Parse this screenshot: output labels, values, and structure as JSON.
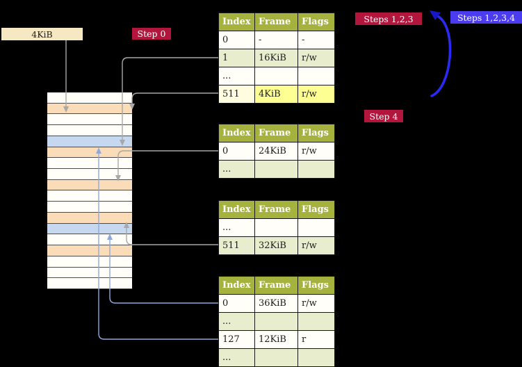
{
  "labels": {
    "cr3_frame": "4KiB",
    "step0": "Step 0",
    "steps123": "Steps 1,2,3",
    "steps1234": "Steps 1,2,3,4",
    "step4": "Step 4"
  },
  "colors": {
    "badge_red": "#b2163c",
    "badge_blue": "#4c3cf0",
    "table_header_green": "#a5b23d",
    "table_row_green": "#e8edce",
    "table_row_white": "#fffef8",
    "highlight_yellow": "#fdff92",
    "memory_page_table_row": "#fadcb8",
    "memory_mapped_frame_row": "#c5d8f0",
    "arrow_gray": "#a8a8a8",
    "arrow_light_blue": "#8fa8dc",
    "loop_arrow_blue": "#2a2af2"
  },
  "memory": {
    "rows": [
      "white",
      "peach",
      "white",
      "white",
      "blue",
      "peach",
      "white",
      "white",
      "peach",
      "white",
      "white",
      "peach",
      "blue",
      "white",
      "peach",
      "white",
      "white",
      "white"
    ]
  },
  "tables": [
    {
      "headers": [
        "Index",
        "Frame",
        "Flags"
      ],
      "rows": [
        {
          "variant": "white",
          "cells": [
            "0",
            "-",
            "-"
          ]
        },
        {
          "variant": "green",
          "cells": [
            "1",
            "16KiB",
            "r/w"
          ]
        },
        {
          "variant": "white",
          "cells": [
            "...",
            "",
            ""
          ]
        },
        {
          "variant": "highlight",
          "cells": [
            "511",
            "4KiB",
            "r/w"
          ]
        }
      ]
    },
    {
      "headers": [
        "Index",
        "Frame",
        "Flags"
      ],
      "rows": [
        {
          "variant": "white",
          "cells": [
            "0",
            "24KiB",
            "r/w"
          ]
        },
        {
          "variant": "green",
          "cells": [
            "...",
            "",
            ""
          ]
        }
      ]
    },
    {
      "headers": [
        "Index",
        "Frame",
        "Flags"
      ],
      "rows": [
        {
          "variant": "white",
          "cells": [
            "...",
            "",
            ""
          ]
        },
        {
          "variant": "green",
          "cells": [
            "511",
            "32KiB",
            "r/w"
          ]
        }
      ]
    },
    {
      "headers": [
        "Index",
        "Frame",
        "Flags"
      ],
      "rows": [
        {
          "variant": "white",
          "cells": [
            "0",
            "36KiB",
            "r/w"
          ]
        },
        {
          "variant": "green",
          "cells": [
            "...",
            "",
            ""
          ]
        },
        {
          "variant": "white",
          "cells": [
            "127",
            "12KiB",
            "r"
          ]
        },
        {
          "variant": "green",
          "cells": [
            "...",
            "",
            ""
          ]
        }
      ]
    }
  ],
  "arrows": [
    {
      "from": "cr3-frame-box",
      "to": "memory-row-4KiB"
    },
    {
      "from": "table1-entry-1",
      "to": "memory-row-16KiB"
    },
    {
      "from": "table1-entry-511",
      "to": "memory-row-4KiB"
    },
    {
      "from": "table2-entry-0",
      "to": "memory-row-24KiB"
    },
    {
      "from": "table3-entry-511",
      "to": "memory-row-32KiB"
    },
    {
      "from": "table4-entry-0",
      "to": "memory-row-36KiB"
    },
    {
      "from": "table4-entry-127",
      "to": "memory-row-12KiB"
    },
    {
      "from": "table1-entry-511",
      "to": "table1-top",
      "style": "thick-blue-recursive-loop"
    }
  ]
}
